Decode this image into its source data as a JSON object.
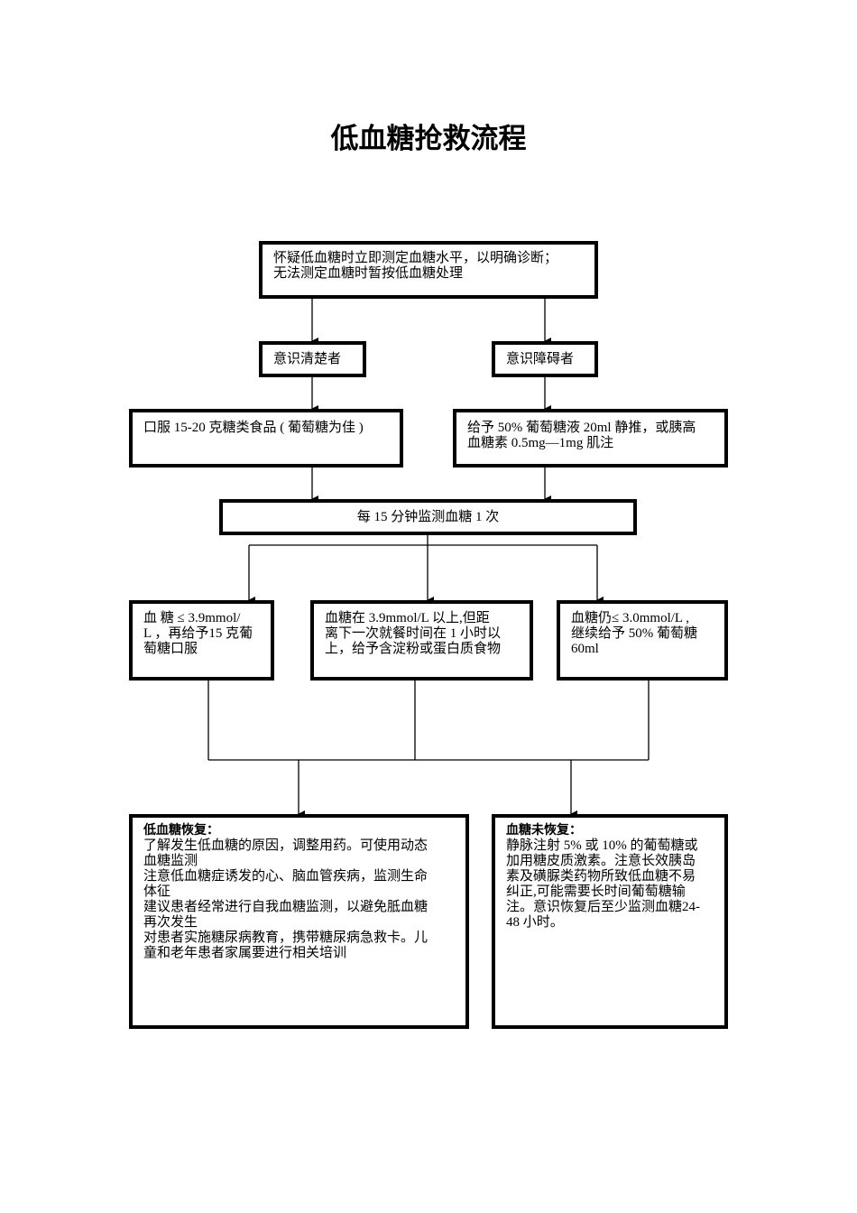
{
  "title": "低血糖抢救流程",
  "nodes": {
    "start": [
      "怀疑低血糖时立即测定血糖水平，以明确诊断；",
      "无法测定血糖时暂按低血糖处理"
    ],
    "conscious": "意识清楚者",
    "unconscious": "意识障碍者",
    "oral": "口服 15-20 克糖类食品 ( 葡萄糖为佳 )",
    "iv": [
      "给予 50% 葡萄糖液 20ml 静推，或胰高",
      "血糖素 0.5mg—1mg 肌注"
    ],
    "monitor": "每 15 分钟监测血糖 1 次",
    "low": [
      "血 糖 ≤  3.9mmol/",
      "L ，再给予15 克葡",
      "萄糖口服"
    ],
    "normal": [
      "血糖在 3.9mmol/L 以上,但距",
      "离下一次就餐时间在 1 小时以",
      "上，给予含淀粉或蛋白质食物"
    ],
    "still_low": [
      "血糖仍≤ 3.0mmol/L ,",
      "继续给予 50% 葡萄糖",
      "60ml"
    ],
    "recovered": {
      "heading": "低血糖恢复：",
      "lines": [
        "了解发生低血糖的原因，调整用药。可使用动态",
        "血糖监测",
        "注意低血糖症诱发的心、脑血管疾病，监测生命",
        "体征",
        "建议患者经常进行自我血糖监测，以避免胝血糖",
        "再次发生",
        "对患者实施糖尿病教育，携带糖尿病急救卡。儿",
        "童和老年患者家属要进行相关培训"
      ]
    },
    "not_recovered": {
      "heading": "血糖未恢复：",
      "lines": [
        "静脉注射 5% 或 10% 的葡萄糖或",
        "加用糖皮质激素。注意长效胰岛",
        "素及磺脲类药物所致低血糖不易",
        "纠正,可能需要长时间葡萄糖输",
        "注。意识恢复后至少监测血糖24-",
        "48 小时。"
      ]
    }
  }
}
